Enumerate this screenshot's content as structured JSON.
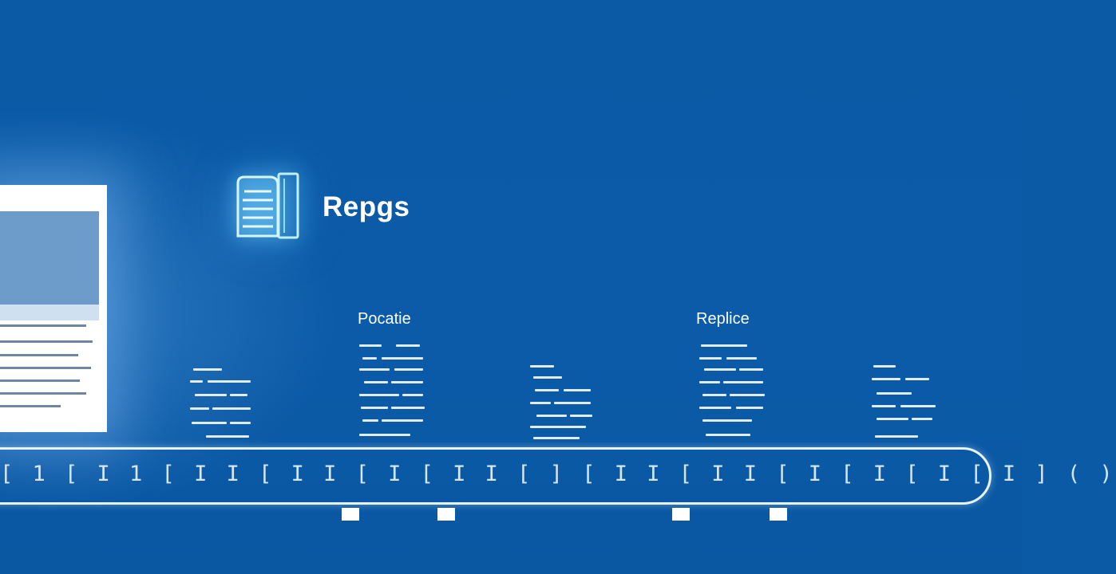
{
  "app": {
    "title": "Repgs",
    "icon": "document-stack-icon"
  },
  "sections": [
    {
      "label": "Pocatie"
    },
    {
      "label": "Replice"
    }
  ],
  "track": {
    "glyphs": "[ 1 [ I 1 [ I I [ I I [ I [ I I [ ] [ I I [ I I [ I [ I [ I [ I ] ( )"
  },
  "colors": {
    "background": "#0b5aa6",
    "foreground": "#ffffff",
    "glow": "#78d2ff"
  }
}
